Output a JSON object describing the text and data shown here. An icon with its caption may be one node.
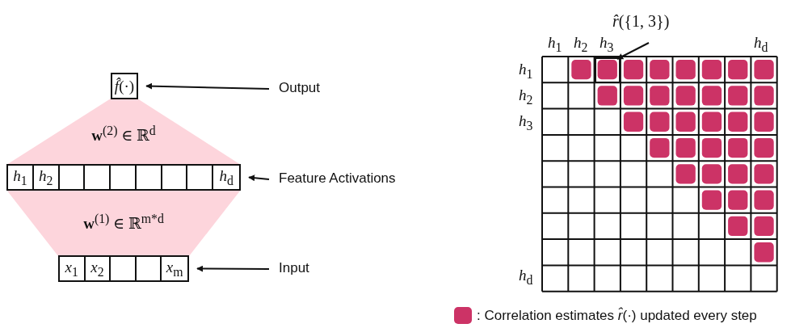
{
  "diagram": {
    "nodes": [
      {
        "text": [
          "*f̂*(·)"
        ]
      },
      {
        "text": [
          "**w**$^{(2)}$ ∈ ℝ$^{d}$"
        ]
      },
      {
        "text": [],
        "shape": "box"
      },
      {
        "text": [
          "*h*$_{1}$"
        ],
        "in": 2
      },
      {
        "text": [
          "*h*$_{2}$"
        ],
        "in": 2
      },
      {
        "text": [],
        "shape": "box",
        "in": 2
      },
      {
        "text": [],
        "shape": "box",
        "in": 2
      },
      {
        "text": [],
        "shape": "box",
        "in": 2
      },
      {
        "text": [],
        "shape": "box",
        "in": 2
      },
      {
        "text": [],
        "shape": "box",
        "in": 2
      },
      {
        "text": [],
        "shape": "box",
        "in": 2
      },
      {
        "text": [
          "*h*$_{d}$"
        ],
        "in": 2
      },
      {
        "text": [
          "**w**$^{(1)}$ ∈ ℝ$^{m*d}$"
        ]
      },
      {
        "text": [],
        "shape": "box"
      },
      {
        "text": [
          "*x*$_{1}$"
        ],
        "in": 13
      },
      {
        "text": [
          "*x*$_{2}$"
        ],
        "in": 13
      },
      {
        "text": [],
        "shape": "box",
        "in": 13
      },
      {
        "text": [],
        "shape": "box",
        "in": 13
      },
      {
        "text": [
          "*x*$_{m}$"
        ],
        "in": 13
      },
      {
        "text": [
          "Output"
        ]
      },
      {
        "text": [
          "Feature Activations"
        ]
      },
      {
        "text": [
          "Input"
        ]
      },
      {
        "text": [
          "*r̂*({1, 3})"
        ]
      },
      {
        "text": [],
        "shape": "box"
      }
    ],
    "edges": [
      {
        "from": 19,
        "to": 0,
        "arrow": "to"
      },
      {
        "from": 20,
        "to": 2,
        "arrow": "to"
      },
      {
        "from": 21,
        "to": 13,
        "arrow": "to"
      },
      {
        "from": 22,
        "to": 23,
        "arrow": "to"
      }
    ],
    "labels": [
      "*h*$_{1}$",
      "*h*$_{2}$",
      "*h*$_{3}$",
      "*h*$_{d}$",
      "*h*$_{1}$",
      "*h*$_{2}$",
      "*h*$_{3}$",
      "*h*$_{d}$"
    ],
    "legend": [
      {
        "text": ": Correlation estimates *r̂*(·) updated every step",
        "color": "#cc3366"
      }
    ]
  }
}
